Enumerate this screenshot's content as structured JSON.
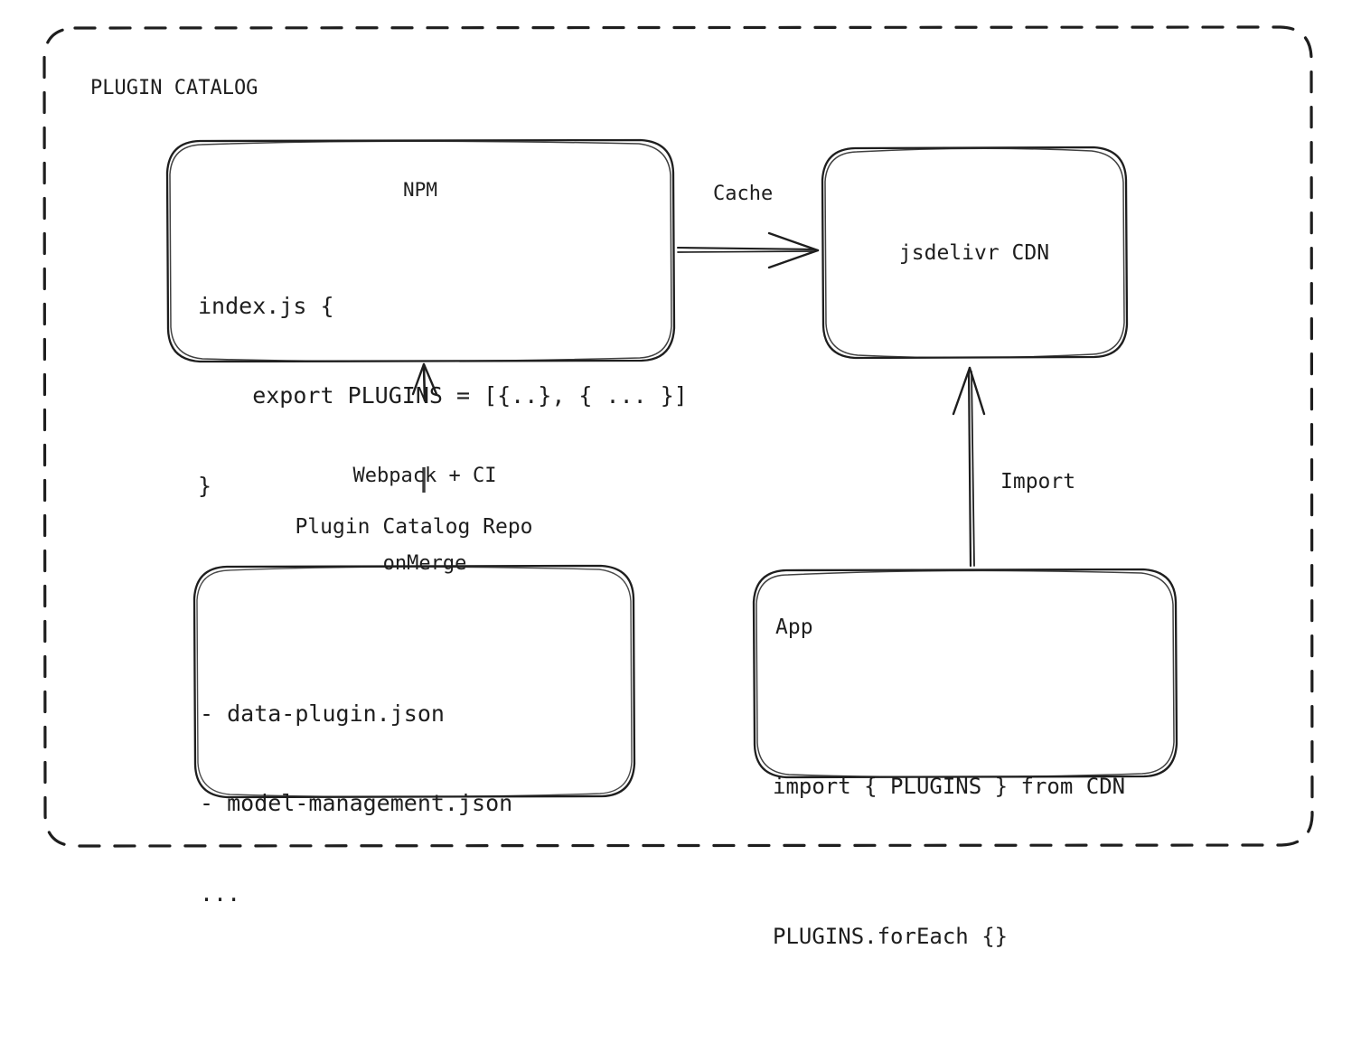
{
  "diagram": {
    "container": {
      "title": "PLUGIN CATALOG",
      "border_style": "dashed",
      "stroke_color": "#1e1e1e"
    },
    "nodes": {
      "npm": {
        "title": "NPM",
        "code_line_1": "index.js {",
        "code_line_2": "    export PLUGINS = [{..}, { ... }]",
        "code_line_3": "}"
      },
      "cdn": {
        "title": "jsdelivr CDN"
      },
      "repo": {
        "title": "Plugin Catalog Repo",
        "item_1": "- data-plugin.json",
        "item_2": "- model-management.json",
        "item_3": "..."
      },
      "app": {
        "title": "App",
        "code_line_1": "import { PLUGINS } from CDN",
        "code_line_2": "PLUGINS.forEach {}"
      }
    },
    "edges": {
      "npm_to_cdn": {
        "label": "Cache"
      },
      "repo_to_npm": {
        "label_line_1": "Webpack + CI",
        "label_line_2": "onMerge"
      },
      "app_to_cdn": {
        "label": "Import"
      }
    }
  }
}
